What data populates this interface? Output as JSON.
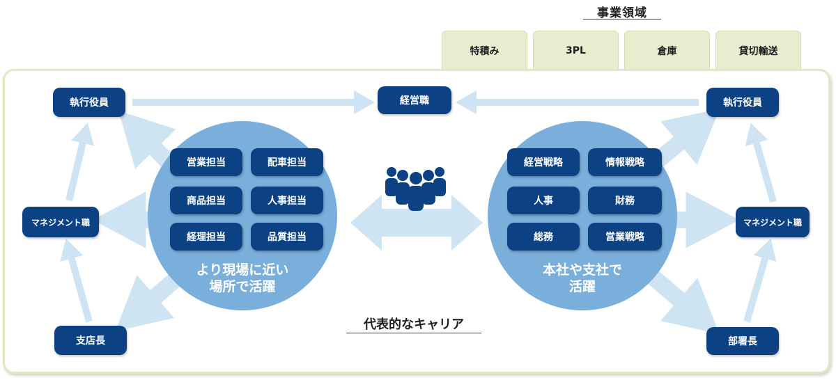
{
  "business_domain": {
    "title": "事業領域",
    "tabs": [
      "特積み",
      "3PL",
      "倉庫",
      "貸切輸送"
    ]
  },
  "top": {
    "center_role": "経営職"
  },
  "left": {
    "top_role": "執行役員",
    "middle_role": "マネジメント職",
    "bottom_role": "支店長",
    "departments": [
      "営業担当",
      "配車担当",
      "商品担当",
      "人事担当",
      "経理担当",
      "品質担当"
    ],
    "caption": "より現場に近い\n場所で活躍"
  },
  "right": {
    "top_role": "執行役員",
    "middle_role": "マネジメント職",
    "bottom_role": "部署長",
    "departments": [
      "経営戦略",
      "情報戦略",
      "人事",
      "財務",
      "総務",
      "営業戦略"
    ],
    "caption": "本社や支社で\n活躍"
  },
  "career_label": "代表的なキャリア",
  "colors": {
    "navy": "#0c4283",
    "circle": "#7aaedb",
    "arrow": "#cfe4f3",
    "tab": "#e9edcf",
    "people": "#0c4283"
  },
  "icons": {
    "people": "people-group-icon"
  }
}
